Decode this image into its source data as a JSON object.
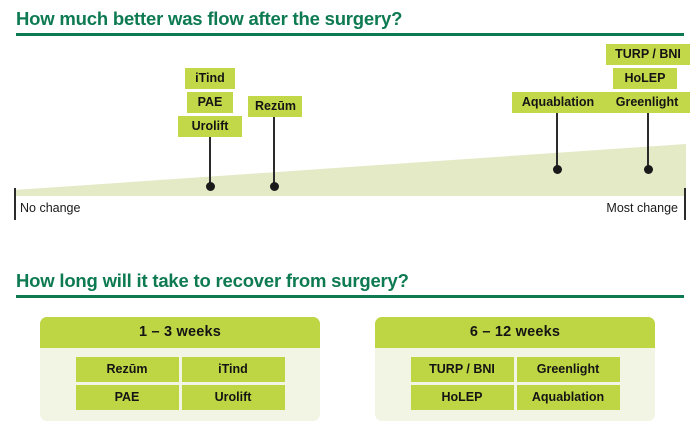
{
  "flow_section": {
    "heading_prefix": "How much better was ",
    "heading_emphasis": "flow",
    "heading_suffix": " after the surgery?",
    "axis_left_label": "No change",
    "axis_right_label": "Most change",
    "markers": [
      {
        "labels": [
          "iTind",
          "PAE",
          "Urolift"
        ],
        "dot_x": 210
      },
      {
        "labels": [
          "Rezūm"
        ],
        "dot_x": 274
      },
      {
        "labels": [
          "Aquablation"
        ],
        "dot_x": 557
      },
      {
        "labels": [
          "TURP / BNI",
          "HoLEP",
          "Greenlight"
        ],
        "dot_x": 648
      }
    ]
  },
  "recovery_section": {
    "heading_prefix": "How long will it take to ",
    "heading_emphasis": "recover from surgery",
    "heading_suffix": "?",
    "panels": [
      {
        "title": "1 – 3 weeks",
        "rows": [
          [
            "Rezūm",
            "iTind"
          ],
          [
            "PAE",
            "Urolift"
          ]
        ]
      },
      {
        "title": "6 – 12 weeks",
        "rows": [
          [
            "TURP / BNI",
            "Greenlight"
          ],
          [
            "HoLEP",
            "Aquablation"
          ]
        ]
      }
    ]
  },
  "colors": {
    "heading_green": "#0d7a52",
    "chip_green": "#c2d848",
    "panel_cream": "#f2f4e4",
    "wedge_fill": "#e4e9c6"
  },
  "chart_data": {
    "type": "bar",
    "title": "How much better was flow after the surgery?",
    "xlabel": "",
    "ylabel": "",
    "axis_min_label": "No change",
    "axis_max_label": "Most change",
    "categories": [
      "iTind / PAE / Urolift",
      "Rezūm",
      "Aquablation",
      "TURP / BNI / HoLEP / Greenlight"
    ],
    "values": [
      29,
      39,
      81,
      95
    ],
    "xlim": [
      0,
      100
    ],
    "grid": false,
    "legend": "none"
  }
}
